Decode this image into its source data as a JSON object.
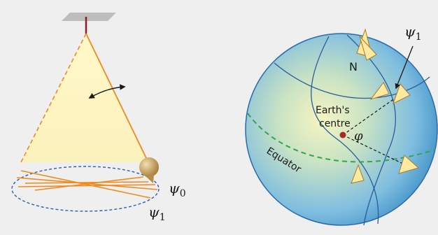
{
  "pendulum": {
    "psi0_symbol": "ψ",
    "psi0_subscript": "0",
    "psi1_symbol": "ψ",
    "psi1_subscript": "1"
  },
  "globe": {
    "north_label": "N",
    "centre_label_line1": "Earth's",
    "centre_label_line2": "centre",
    "latitude_symbol": "φ",
    "equator_label": "Equator",
    "psi1_symbol": "ψ",
    "psi1_subscript": "1"
  },
  "colors": {
    "pendulum_plane_fill": "#fdf6c4",
    "pendulum_plane_edge": "#f08a1e",
    "globe_ocean": "#4f9fd0",
    "globe_highlight": "#f7f4c2",
    "meridian_line": "#2a5d9a",
    "equator_line": "#2ea84a",
    "bob": "#c7a25a"
  }
}
